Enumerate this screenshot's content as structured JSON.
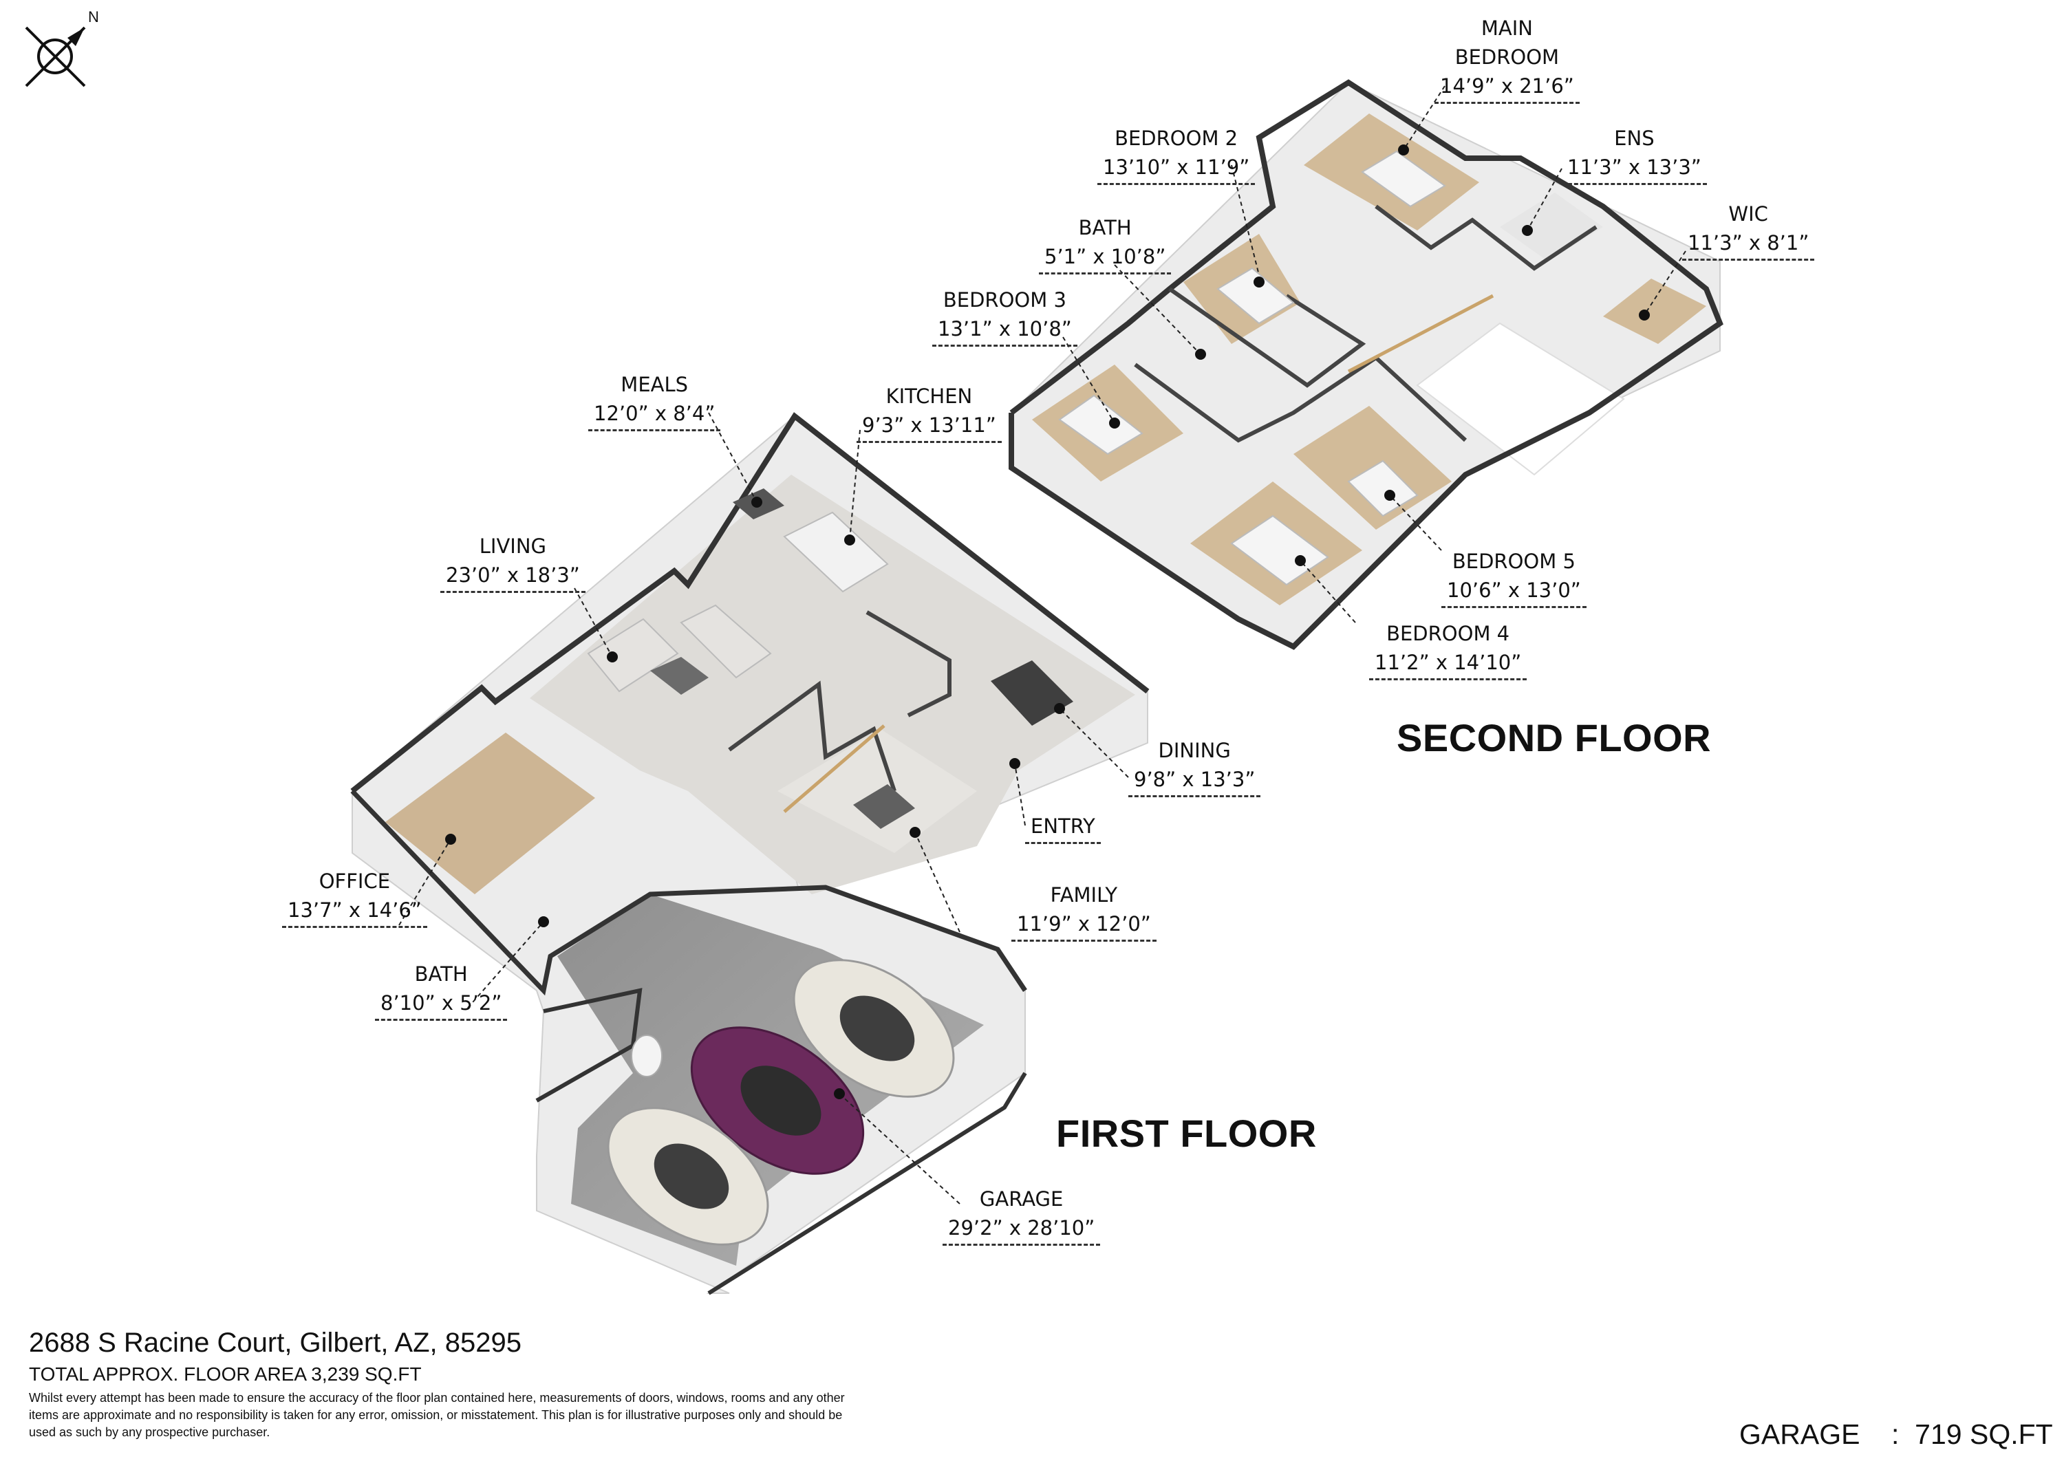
{
  "compass": {
    "north_label": "N",
    "icon": "compass-north-arrow"
  },
  "first_floor_title": "FIRST FLOOR",
  "second_floor_title": "SECOND FLOOR",
  "rooms": {
    "main_bedroom": {
      "name": "MAIN\nBEDROOM",
      "dims": "14’9” x 21’6”"
    },
    "bedroom_2": {
      "name": "BEDROOM 2",
      "dims": "13’10” x 11’9”"
    },
    "ens": {
      "name": "ENS",
      "dims": "11’3” x 13’3”"
    },
    "wic": {
      "name": "WIC",
      "dims": "11’3” x 8’1”"
    },
    "bath_upper": {
      "name": "BATH",
      "dims": "5’1” x 10’8”"
    },
    "bedroom_3": {
      "name": "BEDROOM 3",
      "dims": "13’1” x 10’8”"
    },
    "bedroom_5": {
      "name": "BEDROOM 5",
      "dims": "10’6” x 13’0”"
    },
    "bedroom_4": {
      "name": "BEDROOM 4",
      "dims": "11’2” x 14’10”"
    },
    "meals": {
      "name": "MEALS",
      "dims": "12’0” x 8’4”"
    },
    "kitchen": {
      "name": "KITCHEN",
      "dims": "9’3” x 13’11”"
    },
    "living": {
      "name": "LIVING",
      "dims": "23’0” x 18’3”"
    },
    "dining": {
      "name": "DINING",
      "dims": "9’8” x 13’3”"
    },
    "entry": {
      "name": "ENTRY",
      "dims": ""
    },
    "office": {
      "name": "OFFICE",
      "dims": "13’7” x 14’6”"
    },
    "family": {
      "name": "FAMILY",
      "dims": "11’9” x 12’0”"
    },
    "bath_lower": {
      "name": "BATH",
      "dims": "8’10” x 5’2”"
    },
    "garage": {
      "name": "GARAGE",
      "dims": "29’2” x 28’10”"
    }
  },
  "footer": {
    "address": "2688 S Racine Court, Gilbert, AZ, 85295",
    "total_area": "TOTAL APPROX. FLOOR AREA 3,239 SQ.FT",
    "disclaimer": "Whilst every attempt has been made to ensure the accuracy of the floor plan contained here, measurements of doors, windows, rooms and any other items are approximate and no responsibility is taken for any error, omission, or misstatement. This plan is for illustrative purposes only and should be used as such by any prospective purchaser.",
    "garage_area": "GARAGE    :  719 SQ.FT"
  },
  "colors": {
    "wall_top": "#3a3a3a",
    "wall_side": "#e8e8e8",
    "wood_floor": "#d8c3a0",
    "tile_floor": "#dcdcdc",
    "garage_floor": "#9a9a9a",
    "car_white": "#e9e6dd",
    "car_purple": "#6b2a5c"
  }
}
